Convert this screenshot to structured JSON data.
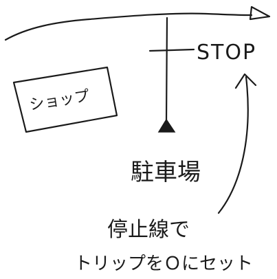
{
  "diagram": {
    "stop_label": "STOP",
    "shop_label": "ショップ",
    "parking_label": "駐車場",
    "instruction_line1": "停止線で",
    "instruction_line2": "トリップをＯにセット"
  }
}
